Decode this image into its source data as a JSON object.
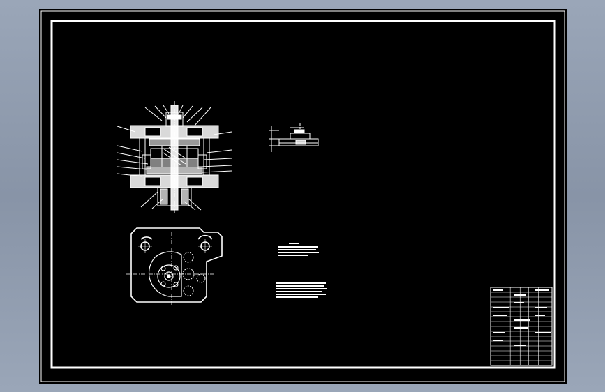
{
  "viewer": {
    "background_color": "#000000",
    "line_color": "#ffffff"
  },
  "drawing": {
    "views": [
      "section-view",
      "detail-view",
      "top-view"
    ],
    "notes": [
      "technical-requirements-note",
      "additional-note"
    ],
    "has_title_block": true
  }
}
